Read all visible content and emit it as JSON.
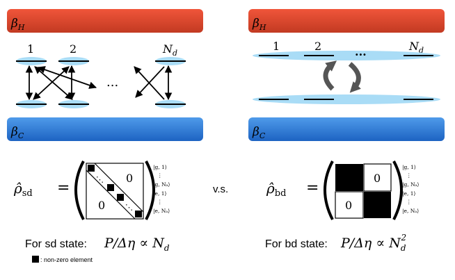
{
  "left": {
    "hot_bath": "β",
    "hot_sub": "H",
    "cold_bath": "β",
    "cold_sub": "C",
    "site_labels": [
      "1",
      "2"
    ],
    "last_label": "N",
    "last_label_sub": "d",
    "ellipsis": "..."
  },
  "right": {
    "hot_bath": "β",
    "hot_sub": "H",
    "cold_bath": "β",
    "cold_sub": "C",
    "site_labels": [
      "1",
      "2"
    ],
    "last_label": "N",
    "last_label_sub": "d",
    "ellipsis": "..."
  },
  "matrices": {
    "sd_label": "ρ̂",
    "sd_sub": "sd",
    "bd_label": "ρ̂",
    "bd_sub": "bd",
    "equals": "=",
    "versus": "v.s.",
    "zero": "0",
    "sd_dots": "⋱",
    "basis": [
      "|g, 1⟩",
      "⋮",
      "|g, Nₐ⟩",
      "|e, 1⟩",
      "⋮",
      "|e, Nₐ⟩"
    ]
  },
  "captions": {
    "sd_prefix": "For sd state:",
    "sd_formula": "P/Δη ∝ N",
    "sd_formula_sub": "d",
    "bd_prefix": "For bd state:",
    "bd_formula": "P/Δη ∝ N",
    "bd_formula_sub": "d",
    "bd_formula_sup": "2",
    "legend": ": non-zero element"
  },
  "colors": {
    "hot_top": "#f0553a",
    "hot_bottom": "#c23a22",
    "cold_top": "#4f9bea",
    "cold_bottom": "#1d63c2",
    "ellipse": "#a9dcf6",
    "ink": "#000000",
    "arrow_gray": "#555555"
  }
}
